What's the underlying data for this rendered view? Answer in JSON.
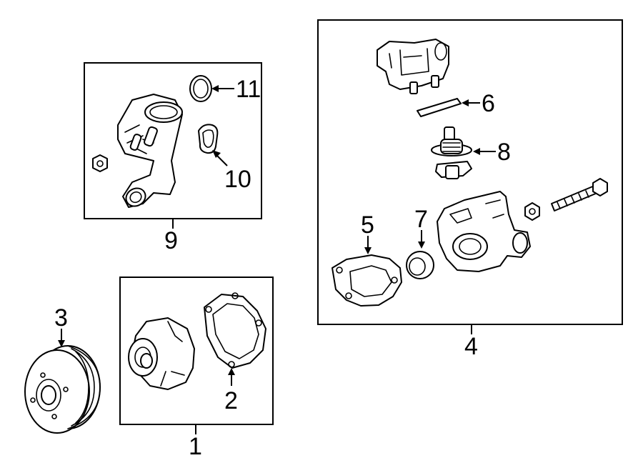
{
  "callouts": {
    "c1": "1",
    "c2": "2",
    "c3": "3",
    "c4": "4",
    "c5": "5",
    "c6": "6",
    "c7": "7",
    "c8": "8",
    "c9": "9",
    "c10": "10",
    "c11": "11"
  },
  "parts": [
    {
      "id": "1",
      "icon": "water-pump-icon"
    },
    {
      "id": "2",
      "icon": "pump-gasket-icon"
    },
    {
      "id": "3",
      "icon": "pulley-icon"
    },
    {
      "id": "4",
      "icon": "thermostat-housing-assembly-icon"
    },
    {
      "id": "5",
      "icon": "housing-gasket-icon"
    },
    {
      "id": "6",
      "icon": "seal-strip-icon"
    },
    {
      "id": "7",
      "icon": "seal-ring-icon"
    },
    {
      "id": "8",
      "icon": "thermostat-icon"
    },
    {
      "id": "9",
      "icon": "water-outlet-assembly-icon"
    },
    {
      "id": "10",
      "icon": "outlet-gasket-icon"
    },
    {
      "id": "11",
      "icon": "o-ring-icon"
    }
  ]
}
